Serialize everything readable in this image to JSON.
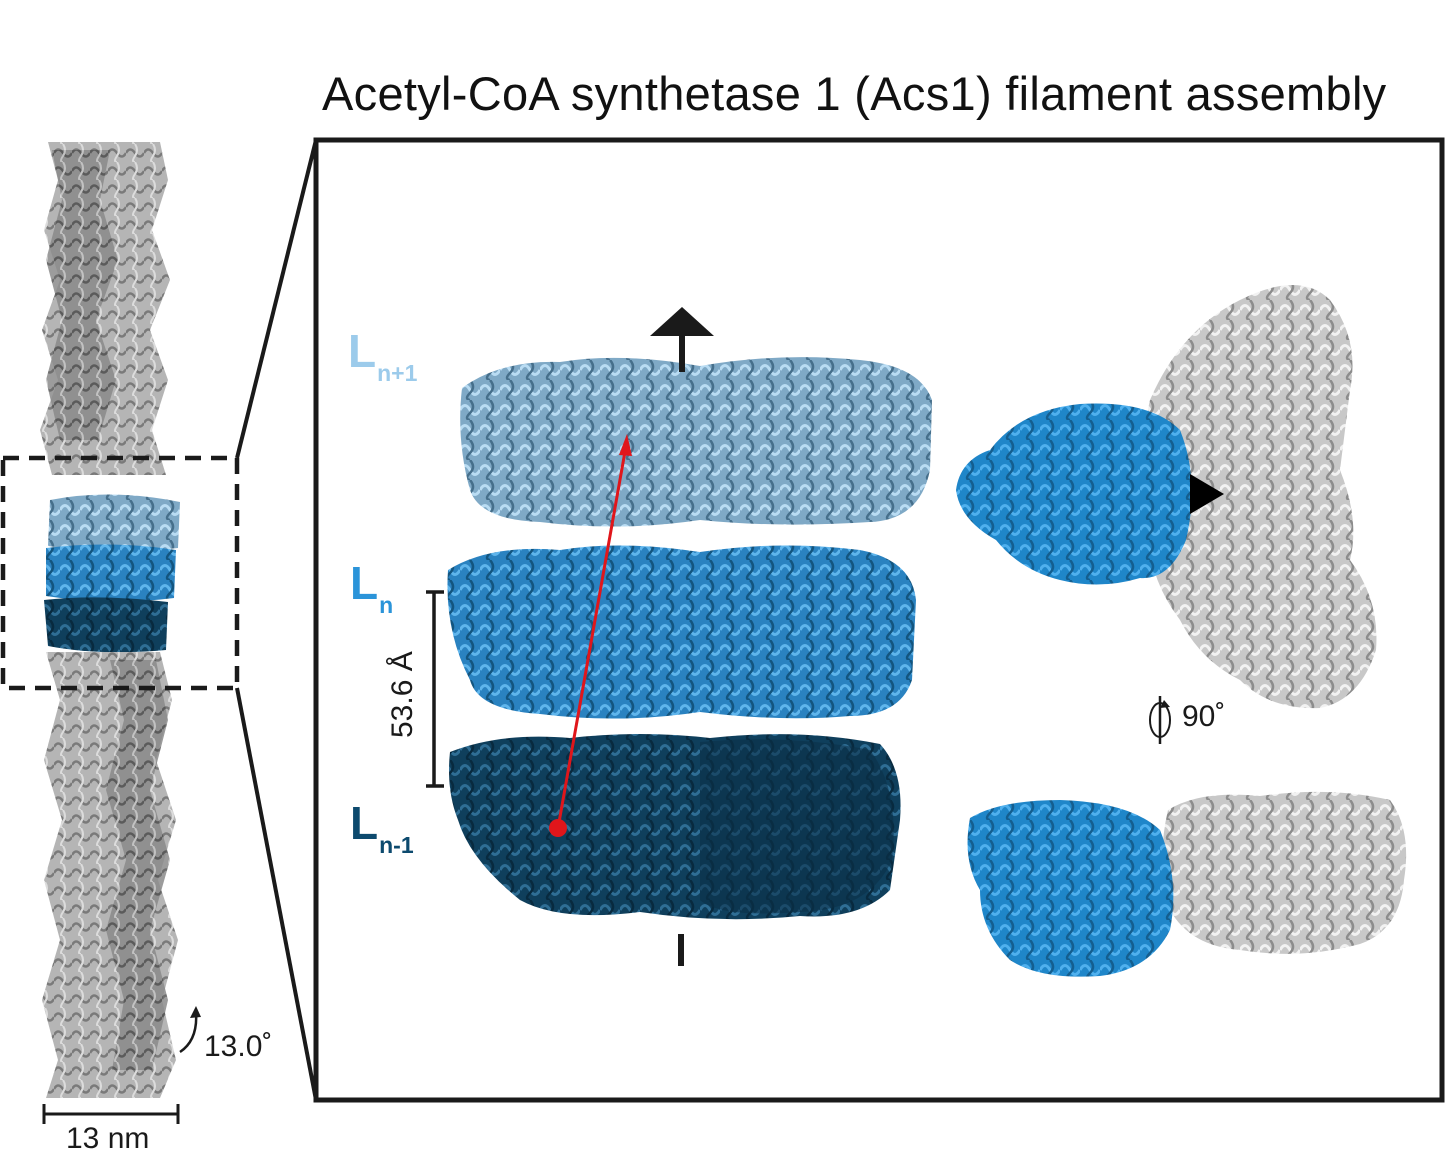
{
  "title": "Acetyl-CoA synthetase 1 (Acs1) filament assembly",
  "layers": [
    {
      "main": "L",
      "sub": "n+1",
      "color": "#9ccbeb"
    },
    {
      "main": "L",
      "sub": "n",
      "color": "#2b94d9"
    },
    {
      "main": "L",
      "sub": "n-1",
      "color": "#0d4a6e"
    }
  ],
  "rise": "53.6 Å",
  "rotation_view": "90˚",
  "twist": "13.0˚",
  "width_scale": "13 nm",
  "colors": {
    "protein_gray": "#a8a8a8",
    "protein_dark_gray": "#6e6e6e",
    "light_blue": "#9ccbeb",
    "mid_blue": "#2b94d9",
    "dark_blue": "#0d4a6e",
    "arrow_red": "#e0161b"
  },
  "icons": [
    "rotation-icon",
    "twist-arrow-icon",
    "axis-arrow-icon",
    "threefold-triangle-icon"
  ]
}
